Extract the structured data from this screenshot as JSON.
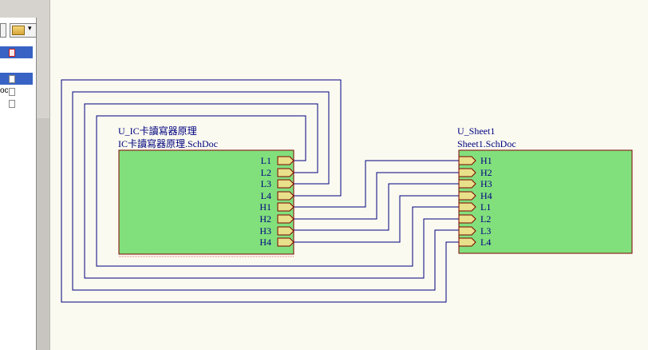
{
  "left_panel": {
    "file_label_fragment": "oc"
  },
  "sheet_symbols": [
    {
      "designator": "U_IC卡讀寫器原理",
      "filename": "IC卡讀寫器原理.SchDoc",
      "ports": [
        "L1",
        "L2",
        "L3",
        "L4",
        "H1",
        "H2",
        "H3",
        "H4"
      ]
    },
    {
      "designator": "U_Sheet1",
      "filename": "Sheet1.SchDoc",
      "ports": [
        "H1",
        "H2",
        "H3",
        "H4",
        "L1",
        "L2",
        "L3",
        "L4"
      ]
    }
  ],
  "colors": {
    "sheet_fill": "#82e07c",
    "sheet_border": "#800000",
    "port_fill": "#e8e08a",
    "wire": "#000080",
    "canvas": "#fafaf0"
  }
}
